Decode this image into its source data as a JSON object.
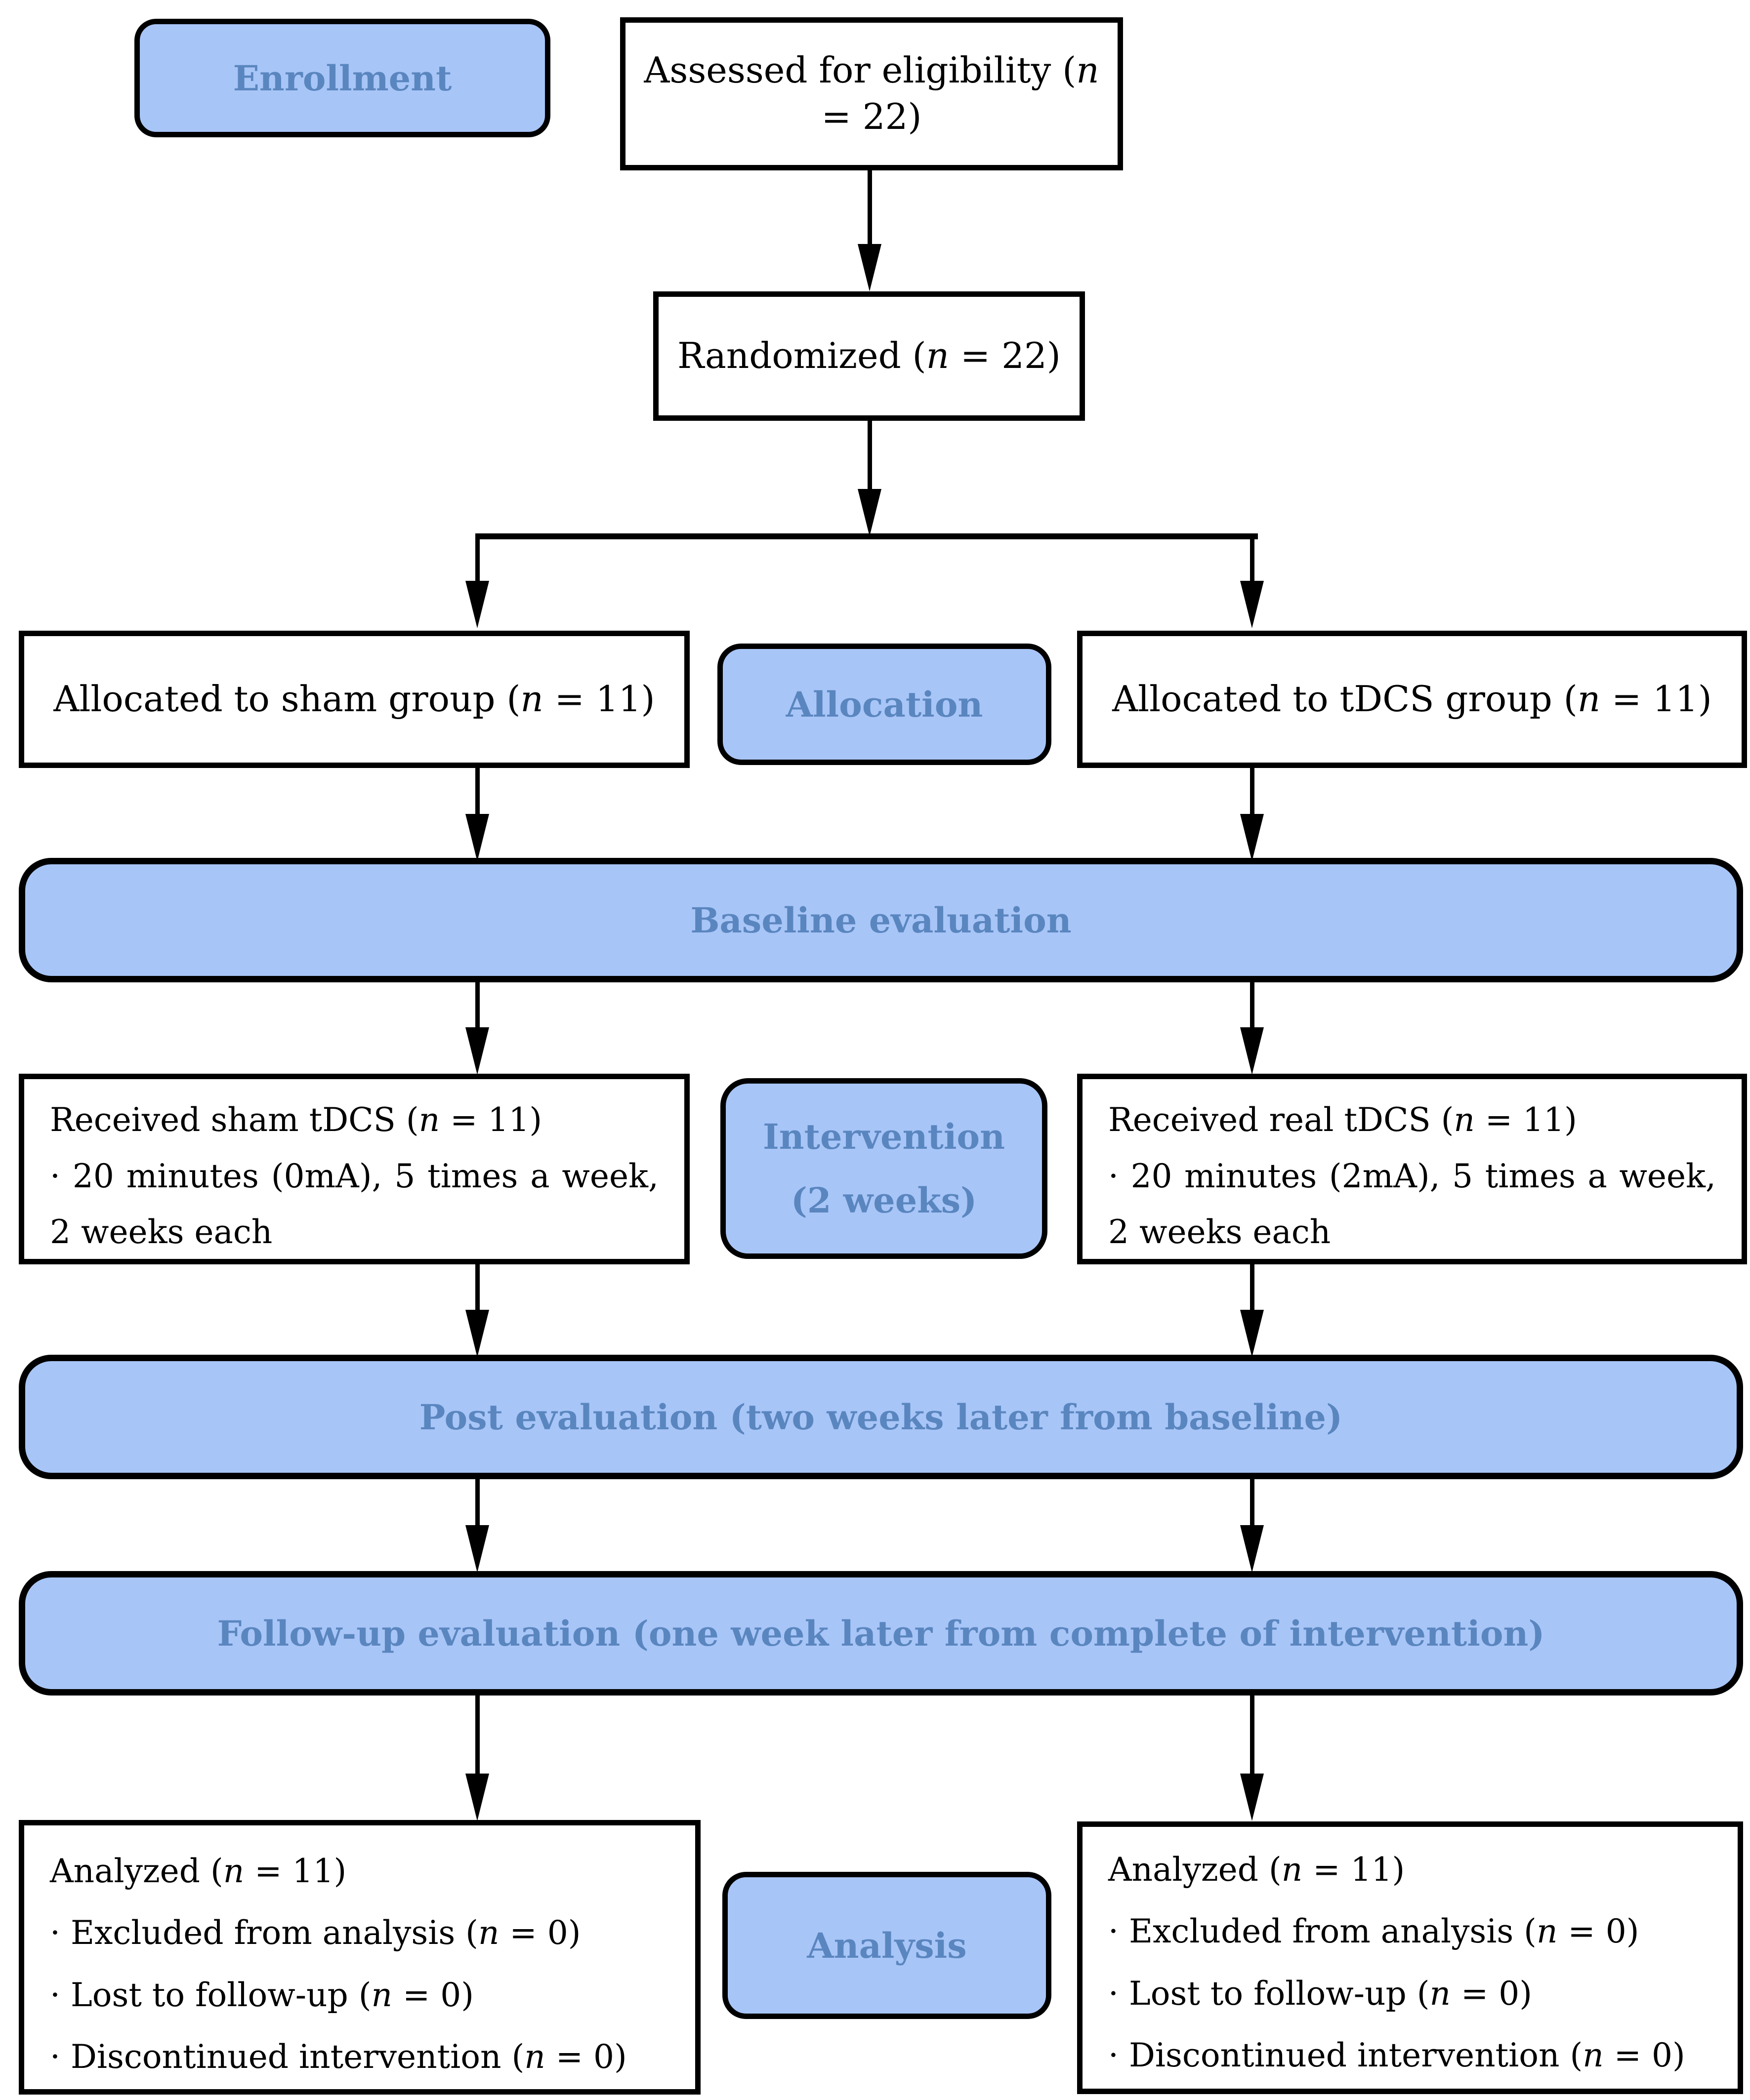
{
  "palette": {
    "stage_fill": "#a8c5f7",
    "stage_text": "#5a86bf",
    "line_color": "#000000",
    "box_background": "#ffffff",
    "box_text": "#000000"
  },
  "stages": {
    "enrollment": "Enrollment",
    "allocation": "Allocation",
    "intervention_line1": "Intervention",
    "intervention_line2": "(2 weeks)",
    "analysis": "Analysis"
  },
  "boxes": {
    "assessed": "Assessed for eligibility (*n* = 22)",
    "randomized": "Randomized (*n* = 22)",
    "allocated_sham": "Allocated to sham group (*n* = 11)",
    "allocated_tdcs": "Allocated to tDCS group (*n* = 11)",
    "baseline": "Baseline evaluation",
    "received_sham": {
      "title": "Received sham tDCS (*n* = 11)",
      "detail": "· 20 minutes (0mA), 5 times a week, 2 weeks each"
    },
    "received_real": {
      "title": "Received real tDCS (*n* = 11)",
      "detail": "· 20 minutes (2mA), 5 times a week, 2 weeks each"
    },
    "post": "Post evaluation (two weeks later from baseline)",
    "followup": "Follow-up evaluation (one week later from complete of intervention)",
    "analyzed_sham": {
      "title": "Analyzed (*n* = 11)",
      "items": [
        "· Excluded from analysis (*n* = 0)",
        "· Lost to follow-up (*n* = 0)",
        "· Discontinued intervention (*n* = 0)"
      ]
    },
    "analyzed_tdcs": {
      "title": "Analyzed (*n* = 11)",
      "items": [
        "· Excluded from analysis (*n* = 0)",
        "· Lost to follow-up (*n* = 0)",
        "· Discontinued intervention (*n* = 0)"
      ]
    }
  }
}
